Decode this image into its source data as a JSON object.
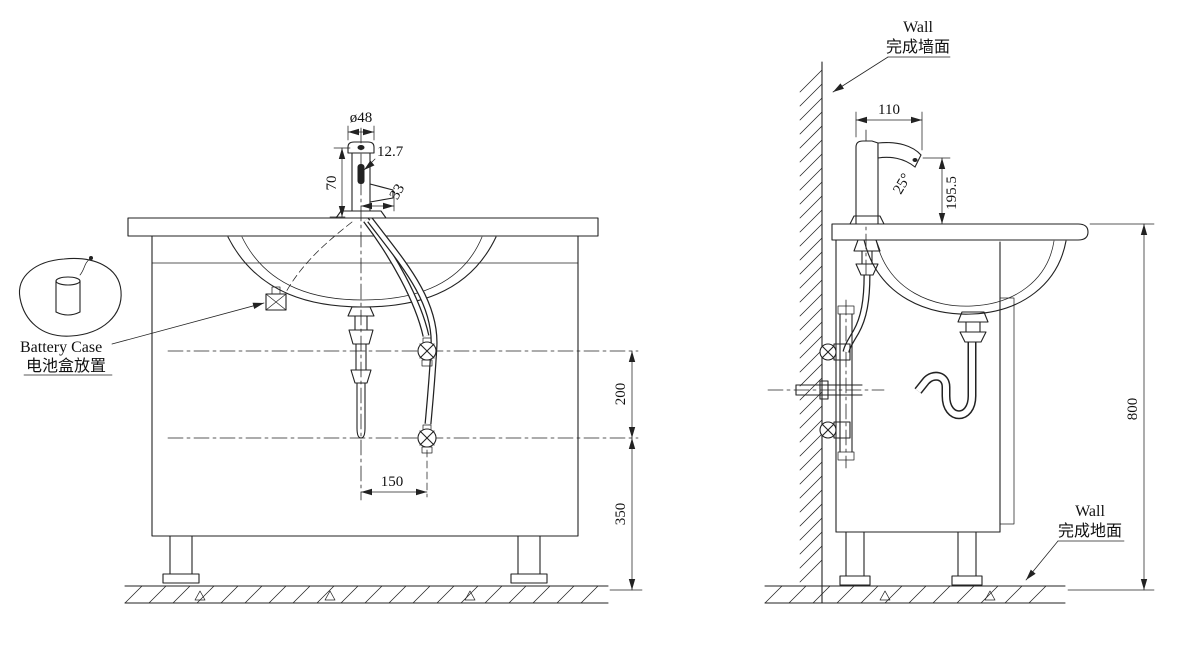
{
  "front_view": {
    "dims": {
      "diameter": "ø48",
      "sensor_offset": "12.7",
      "spout_height": "70",
      "spout_reach": "33",
      "valve_offset": "150",
      "mid_spacing": "200",
      "bottom_spacing": "350"
    },
    "battery_case": {
      "label_en": "Battery Case",
      "label_zh": "电池盒放置"
    }
  },
  "side_view": {
    "dims": {
      "top_reach": "110",
      "spout_angle": "25°",
      "faucet_height": "195.5",
      "counter_height": "800"
    },
    "wall_label": {
      "en": "Wall",
      "zh": "完成墙面"
    },
    "floor_label": {
      "en": "Wall",
      "zh": "完成地面"
    }
  },
  "colors": {
    "line": "#222222",
    "background": "#ffffff"
  }
}
